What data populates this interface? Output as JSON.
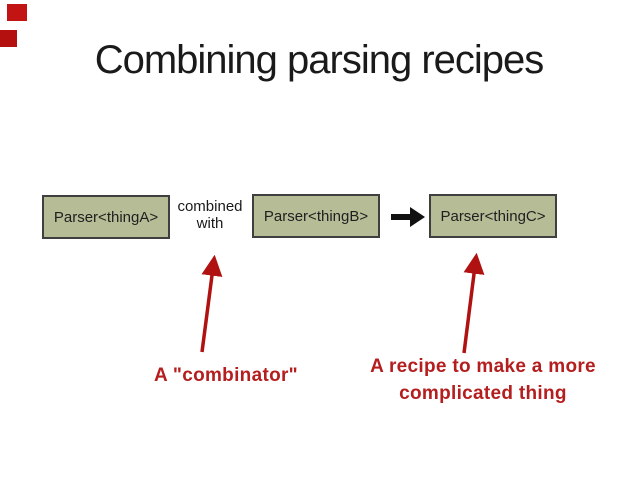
{
  "slide": {
    "title": "Combining parsing recipes",
    "parser_boxes": [
      {
        "label": "Parser<thingA>"
      },
      {
        "label": "Parser<thingB>"
      },
      {
        "label": "Parser<thingC>"
      }
    ],
    "connector": {
      "line1": "combined",
      "line2": "with"
    },
    "icons": {
      "result_arrow": "black-right-arrow-icon",
      "annotation_arrows": "red-up-arrow-icon"
    },
    "annotations": {
      "combinator": {
        "text": "A \"combinator\""
      },
      "recipe": {
        "line1": "A recipe to make a more",
        "line2": "complicated thing"
      }
    },
    "colors": {
      "box_fill": "#b6bc96",
      "box_border": "#3f3f3f",
      "annotation_red": "#b41e1e",
      "arrow_red": "#b01212",
      "title_color": "#1a1a1a",
      "corner_mark_red": "#c31414"
    }
  }
}
